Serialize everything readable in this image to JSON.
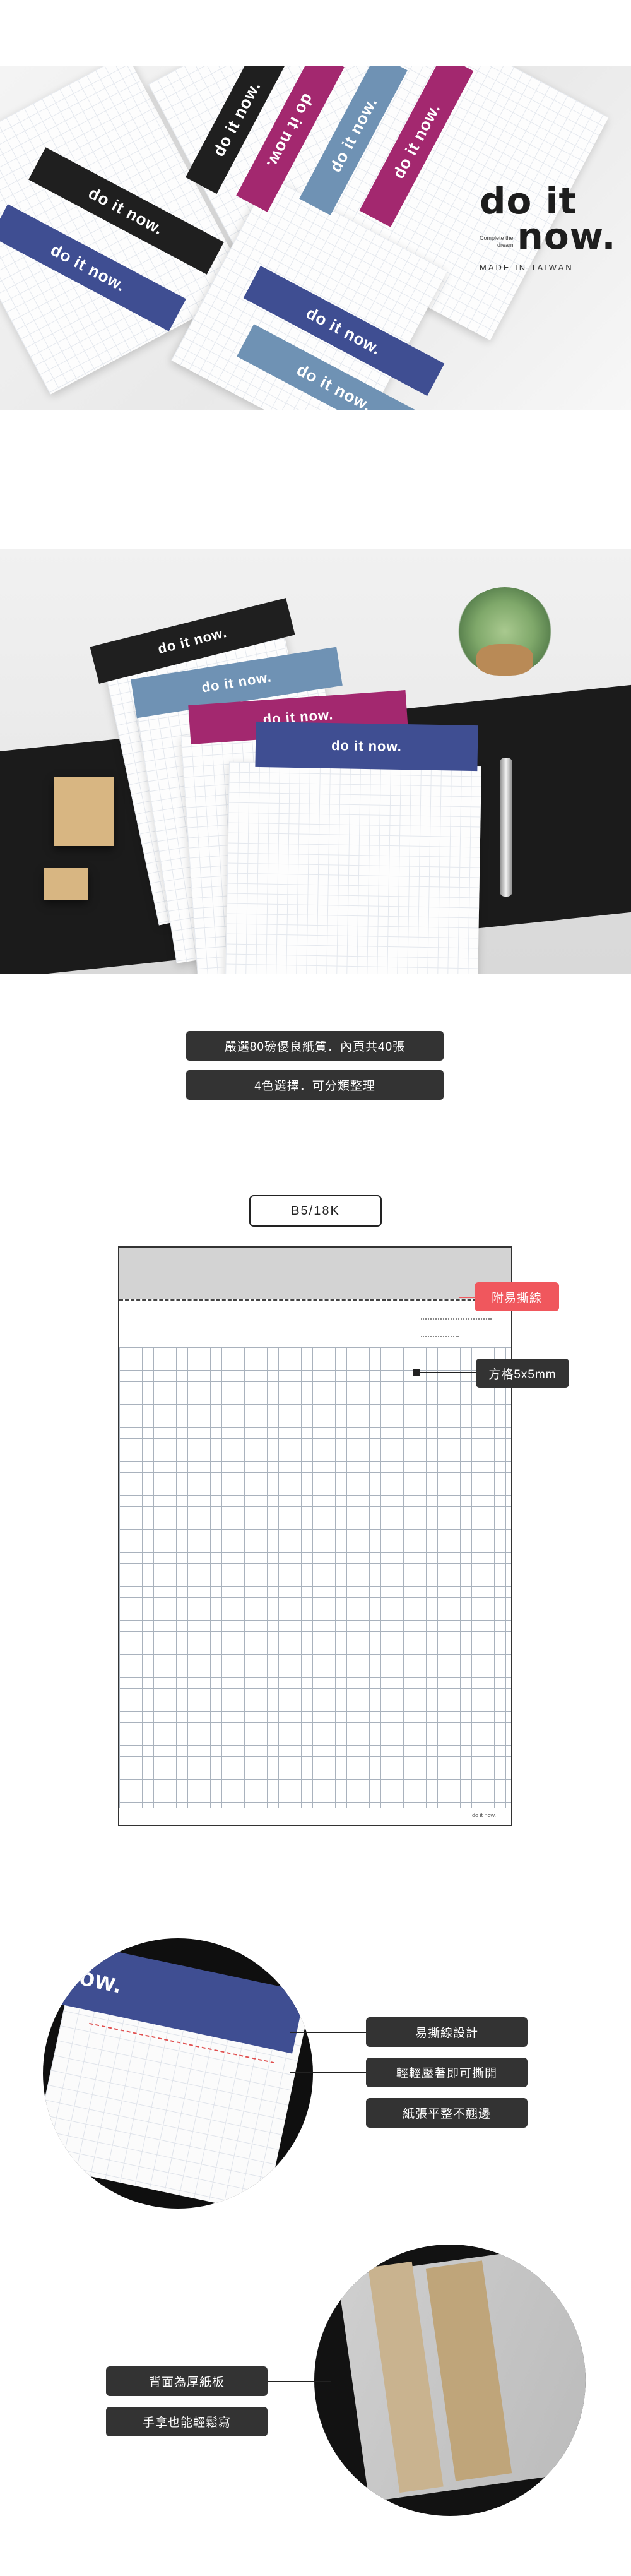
{
  "hero": {
    "band_text": "do it now.",
    "brand_title_line1": "do it",
    "brand_title_line2": "now.",
    "brand_tagline_1": "Complete the",
    "brand_tagline_2": "dream",
    "made_in": "MADE IN TAIWAN"
  },
  "photo2": {
    "band_text": "do it now."
  },
  "features": {
    "paper": "嚴選80磅優良紙質．內頁共40張",
    "colors": "4色選擇．可分類整理"
  },
  "diagram": {
    "size_label": "B5/18K",
    "tear_label": "附易撕線",
    "grid_label": "方格5x5mm",
    "footer_mark": "do it now."
  },
  "detail1": {
    "band_text": "now.",
    "points": [
      "易撕線設計",
      "輕輕壓著即可撕開",
      "紙張平整不翹邊"
    ]
  },
  "detail2": {
    "points": [
      "背面為厚紙板",
      "手拿也能輕鬆寫"
    ]
  },
  "colors": {
    "black": "#1f1f1f",
    "magenta": "#a3286f",
    "denim": "#6f92b4",
    "navy": "#3f4e92",
    "pill": "#333333",
    "accent_red": "#f0575d"
  }
}
